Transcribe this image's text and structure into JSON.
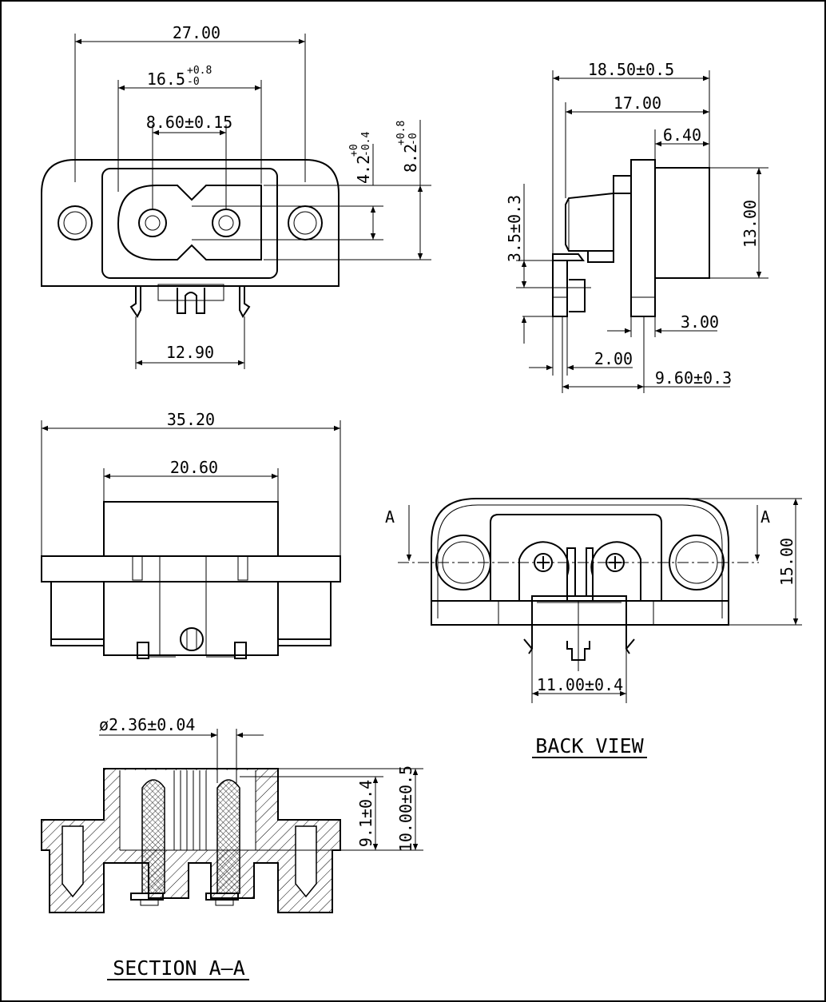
{
  "front": {
    "dim_width": "27.00",
    "dim_opening": "16.5",
    "dim_opening_tol_upper": "+0.8",
    "dim_opening_tol_lower": "-0",
    "dim_pin_pitch": "8.60±0.15",
    "dim_slot": "4.2",
    "dim_slot_tol_upper": "+0",
    "dim_slot_tol_lower": "-0.4",
    "dim_height": "8.2",
    "dim_height_tol_upper": "+0.8",
    "dim_height_tol_lower": "-0",
    "dim_terminal_span": "12.90"
  },
  "side": {
    "dim_total_depth": "18.50±0.5",
    "dim_body_depth": "17.00",
    "dim_front_depth": "6.40",
    "dim_height": "13.00",
    "dim_offset": "3.5±0.3",
    "dim_flange": "3.00",
    "dim_tab": "2.00",
    "dim_back": "9.60±0.3"
  },
  "top": {
    "dim_width": "35.20",
    "dim_body": "20.60"
  },
  "back": {
    "section_mark_left": "A",
    "section_mark_right": "A",
    "dim_height": "15.00",
    "dim_terminal_span": "11.00±0.4",
    "title": "BACK VIEW"
  },
  "section": {
    "dim_pin_diameter": "ø2.36±0.04",
    "dim_pin_length": "9.1±0.4",
    "dim_height": "10.00±0.5",
    "title": "SECTION A–A"
  }
}
